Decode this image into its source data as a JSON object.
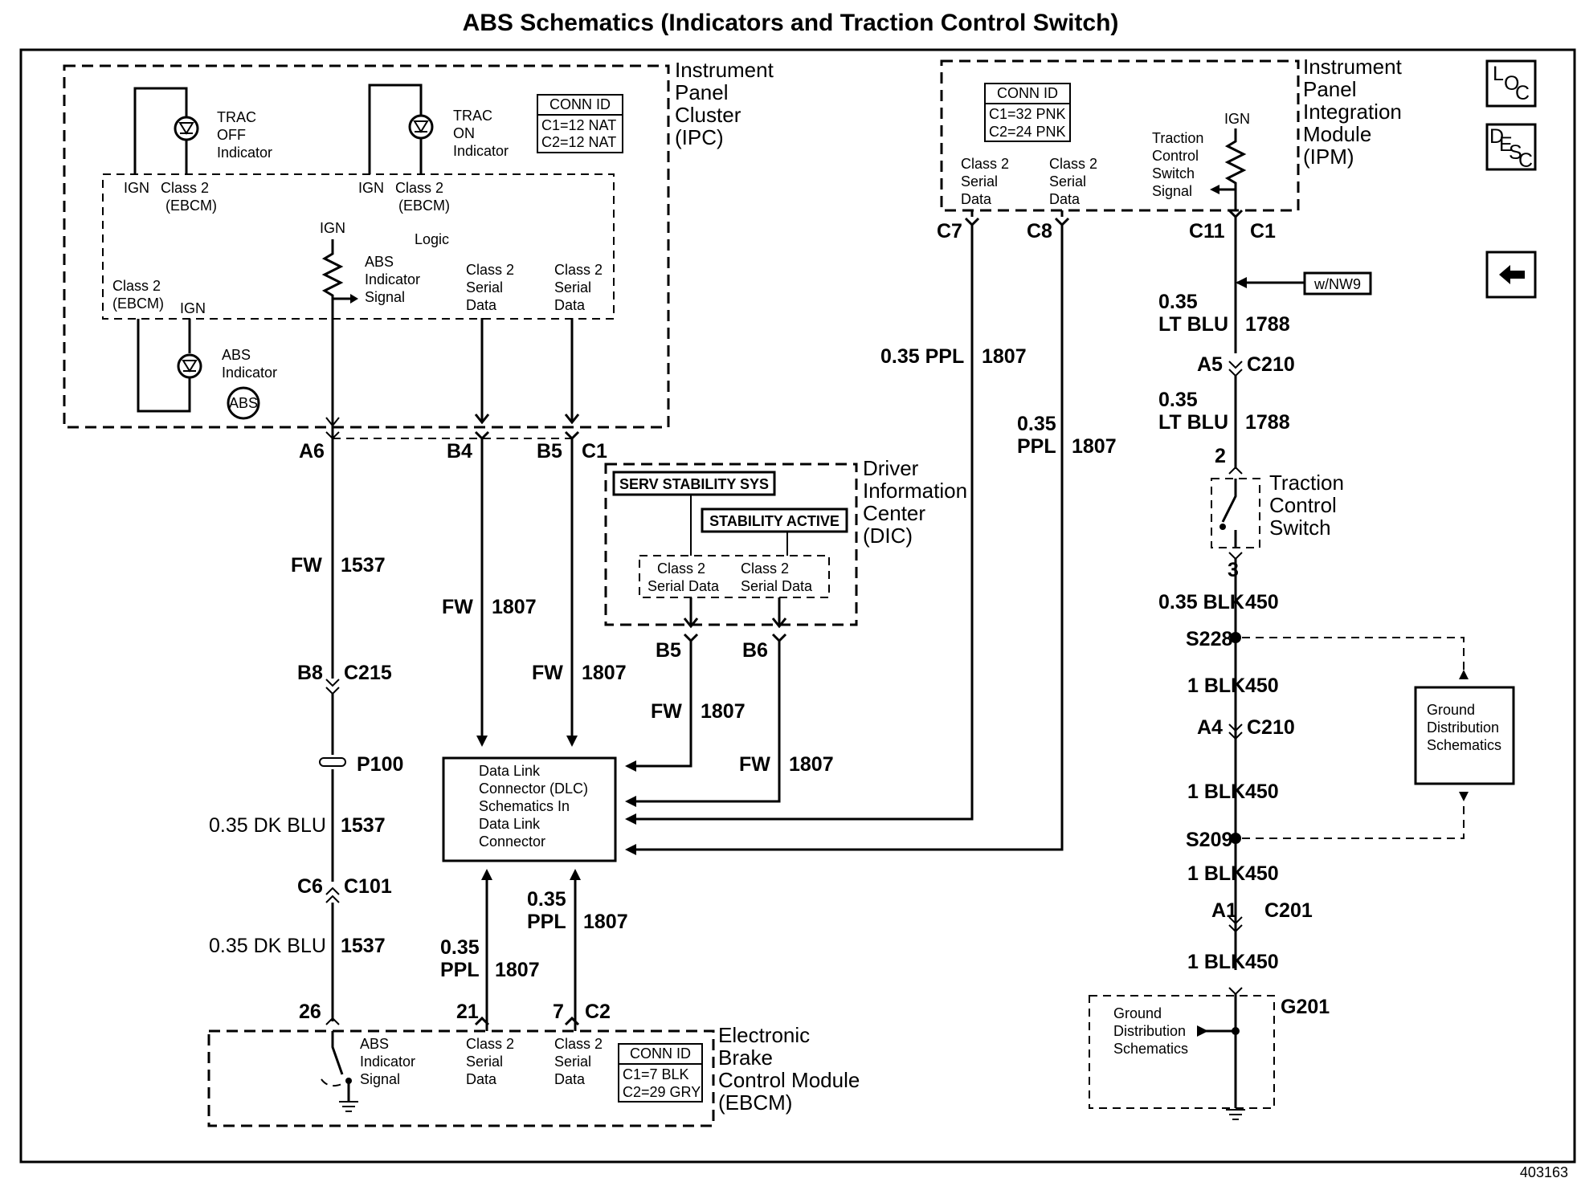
{
  "title": "ABS Schematics (Indicators and Traction Control Switch)",
  "figure_id": "403163",
  "nav": {
    "loc": "LOC",
    "desc": "DESC",
    "back": "←"
  },
  "ipc": {
    "name": "Instrument Panel Cluster (IPC)",
    "conn_id": "CONN ID",
    "c1": "C1=12 NAT",
    "c2": "C2=12 NAT",
    "trac_off": "TRAC OFF Indicator",
    "trac_on": "TRAC ON Indicator",
    "abs_indicator": "ABS Indicator",
    "abs_symbol": "ABS",
    "ign": "IGN",
    "class2_ebcm": "Class 2 (EBCM)",
    "logic": "Logic",
    "abs_signal": "ABS Indicator Signal",
    "serial": "Class 2 Serial Data",
    "pins": {
      "a6": "A6",
      "b4": "B4",
      "b5": "B5",
      "c1": "C1"
    }
  },
  "ipm": {
    "name": "Instrument Panel Integration Module (IPM)",
    "conn_id": "CONN ID",
    "c1": "C1=32 PNK",
    "c2": "C2=24 PNK",
    "serial": "Class 2 Serial Data",
    "tcs_signal": "Traction Control Switch Signal",
    "ign": "IGN",
    "pins": {
      "c7": "C7",
      "c8": "C8",
      "c11": "C11",
      "c1": "C1"
    },
    "option": "w/NW9"
  },
  "dic": {
    "name": "Driver Information Center (DIC)",
    "msg1": "SERV STABILITY SYS",
    "msg2": "STABILITY ACTIVE",
    "serial": "Class 2 Serial Data",
    "pins": {
      "b5": "B5",
      "b6": "B6"
    }
  },
  "dlc": {
    "text": "Data Link Connector (DLC) Schematics In Data Link Connector"
  },
  "ebcm": {
    "name": "Electronic Brake Control Module (EBCM)",
    "conn_id": "CONN ID",
    "c1": "C1=7 BLK",
    "c2": "C2=29 GRY",
    "abs_signal": "ABS Indicator Signal",
    "serial": "Class 2 Serial Data",
    "pins": {
      "p26": "26",
      "p21": "21",
      "p7": "7",
      "c2": "C2"
    }
  },
  "tcs": {
    "name": "Traction Control Switch",
    "pin2": "2",
    "pin3": "3"
  },
  "ground_box": "Ground Distribution Schematics",
  "ground_box2": "Ground Distribution Schematics",
  "wires": {
    "fw": "FW",
    "c1537": "1537",
    "c1807": "1807",
    "c1788": "1788",
    "c450": "450",
    "ppl_035": "0.35 PPL",
    "v035": "0.35",
    "ppl": "PPL",
    "lt_blu": "LT BLU",
    "dk_blu": "0.35 DK BLU",
    "blk_035": "0.35 BLK",
    "blk_1": "1 BLK"
  },
  "connectors": {
    "b8": "B8",
    "c215": "C215",
    "p100": "P100",
    "c6": "C6",
    "c101": "C101",
    "a5": "A5",
    "c210": "C210",
    "a4": "A4",
    "a1": "A1",
    "c201": "C201",
    "s228": "S228",
    "s209": "S209",
    "g201": "G201"
  }
}
